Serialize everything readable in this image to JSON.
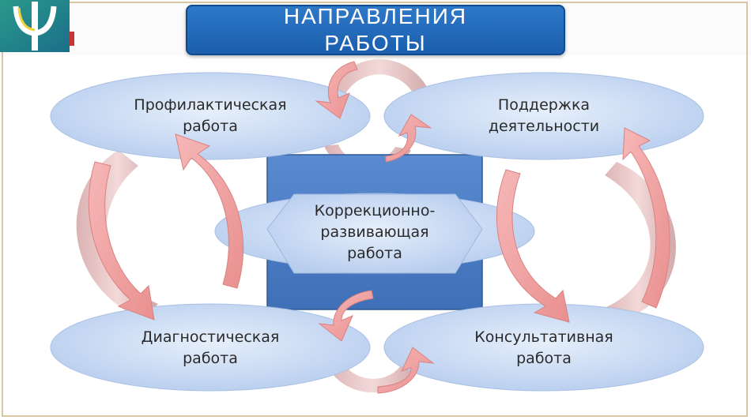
{
  "title": {
    "line1": "НАПРАВЛЕНИЯ",
    "line2": "РАБОТЫ"
  },
  "nodes": {
    "prevention": {
      "line1": "Профилактическая",
      "line2": "работа"
    },
    "support": {
      "line1": "Поддержка",
      "line2": "деятельности"
    },
    "correction": {
      "line1": "Коррекционно-",
      "line2": "развивающая",
      "line3": "работа"
    },
    "diagnostic": {
      "line1": "Диагностическая",
      "line2": "работа"
    },
    "consulting": {
      "line1": "Консультативная",
      "line2": "работа"
    }
  },
  "logo_icon": "psi-letter-icon",
  "colors": {
    "title_bg": "#2e78c8",
    "ellipse_fill": "#c9dcf3",
    "center_square": "#4b7cc2",
    "arrow_fill": "#f0a6a6"
  }
}
